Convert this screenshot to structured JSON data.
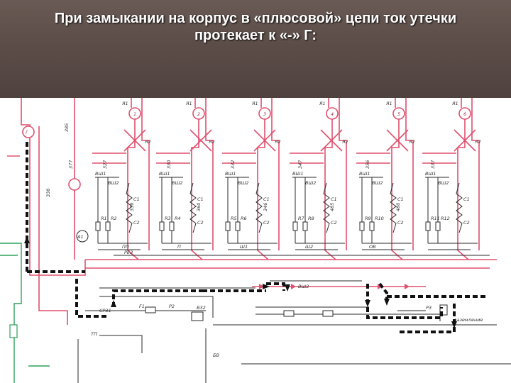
{
  "slide": {
    "title_line1": "При замыкании на корпус в «плюсовой» цепи ток утечки",
    "title_line2": "протекает к «-» Г:"
  },
  "colors": {
    "header_bg": "#5c4d48",
    "wire_pink": "#e0506e",
    "wire_black": "#2a2a2a",
    "wire_green": "#2fa05a",
    "leak_path": "#111111"
  },
  "schematic": {
    "motor_labels": [
      "1",
      "2",
      "3",
      "4",
      "5",
      "6"
    ],
    "generator_label": "Г",
    "generator_motor_label": "А1",
    "terminal_labels": [
      "Я1",
      "Я2",
      "Я1",
      "Я2",
      "Я1",
      "Я2",
      "Я1",
      "Я2",
      "Я1",
      "Я2",
      "Я1",
      "Я2"
    ],
    "contact_labels": [
      "ВШ1",
      "ВШ2",
      "ВШ1",
      "ВШ2",
      "ВШ1",
      "ВШ2",
      "ВШ1",
      "ВШ2",
      "ВШ1",
      "ВШ2",
      "ВШ1",
      "ВШ2"
    ],
    "coil_labels": [
      "С1",
      "С2",
      "С1",
      "С2",
      "С1",
      "С2",
      "С1",
      "С2",
      "С1",
      "С2",
      "С1",
      "С2"
    ],
    "resistor_labels": [
      "R1",
      "R2",
      "R3",
      "R4",
      "R5",
      "R6",
      "R7",
      "R8",
      "R9",
      "R10",
      "R11",
      "R12"
    ],
    "wire_numbers": [
      "385",
      "377",
      "327",
      "330",
      "332",
      "347",
      "356",
      "337",
      "338",
      "339",
      "360",
      "346",
      "485",
      "480"
    ],
    "bottom_labels": [
      "РЕЗ",
      "ПП",
      "П",
      "Ш1",
      "Ш2",
      "ОВ",
      "СР31",
      "F1",
      "Р2",
      "ВЗ2",
      "ТП",
      "БВ",
      "ВШ2",
      "РЗ"
    ],
    "annotation": "заземление"
  }
}
